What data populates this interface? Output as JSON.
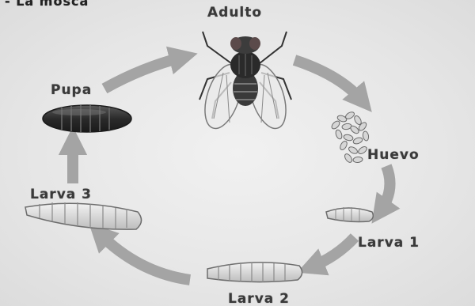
{
  "top_fragment": "- La mosca",
  "stages": {
    "adult": "Adulto",
    "egg": "Huevo",
    "larva1": "Larva 1",
    "larva2": "Larva 2",
    "larva3": "Larva 3",
    "pupa": "Pupa"
  },
  "colors": {
    "arrow": "#a4a4a4",
    "label": "#3a3a3a",
    "background": "#e8e8e8"
  }
}
